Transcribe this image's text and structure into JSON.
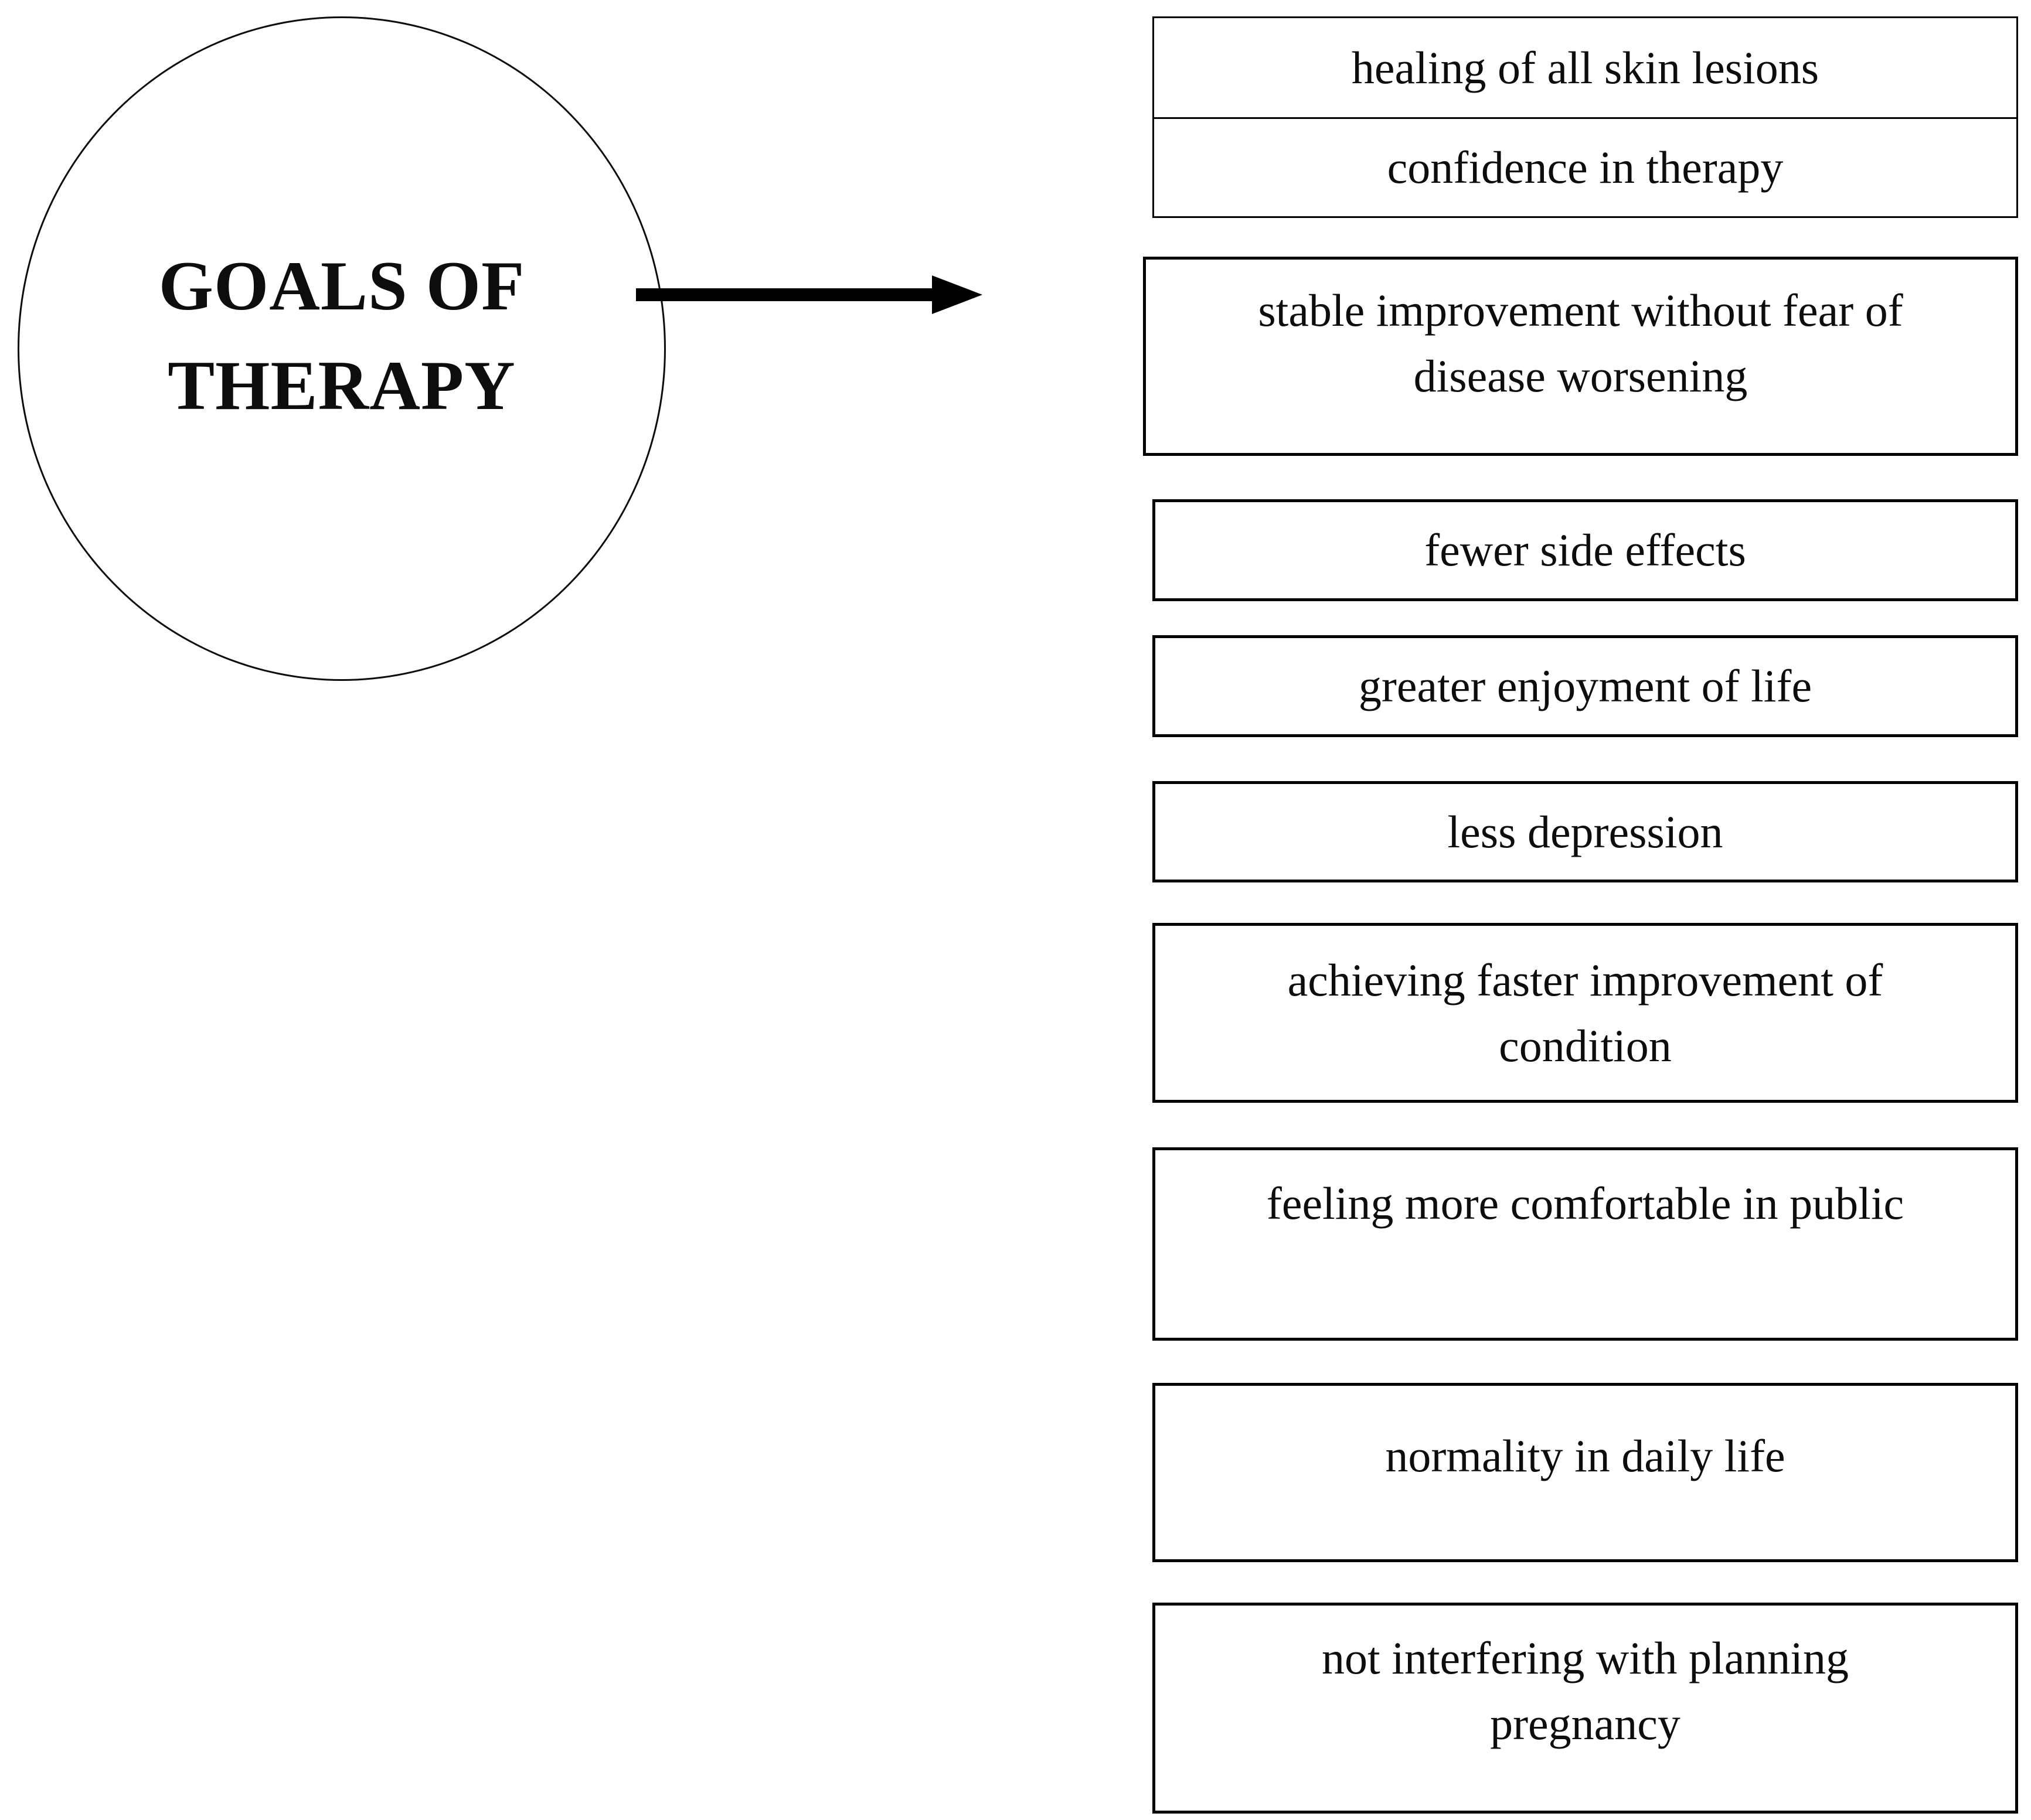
{
  "diagram": {
    "hub": {
      "label_lines": [
        "GOALS OF",
        "THERAPY"
      ]
    },
    "connector": {
      "type": "arrow-right"
    },
    "boxes": [
      {
        "cells": [
          {
            "lines": [
              "healing of all skin lesions"
            ]
          },
          {
            "lines": [
              "confidence in therapy"
            ]
          }
        ]
      },
      {
        "cells": [
          {
            "lines": [
              "stable improvement without fear of",
              "disease worsening"
            ]
          }
        ]
      },
      {
        "cells": [
          {
            "lines": [
              "fewer side effects"
            ]
          }
        ]
      },
      {
        "cells": [
          {
            "lines": [
              "greater enjoyment of life"
            ]
          }
        ]
      },
      {
        "cells": [
          {
            "lines": [
              "less depression"
            ]
          }
        ]
      },
      {
        "cells": [
          {
            "lines": [
              "achieving faster improvement of",
              "condition"
            ]
          }
        ]
      },
      {
        "cells": [
          {
            "lines": [
              "feeling more comfortable in public"
            ]
          }
        ]
      },
      {
        "cells": [
          {
            "lines": [
              "normality in daily life"
            ]
          }
        ]
      },
      {
        "cells": [
          {
            "lines": [
              "not interfering with planning",
              "pregnancy"
            ]
          }
        ]
      }
    ],
    "colors": {
      "ink": "#000000",
      "background": "#ffffff"
    }
  }
}
